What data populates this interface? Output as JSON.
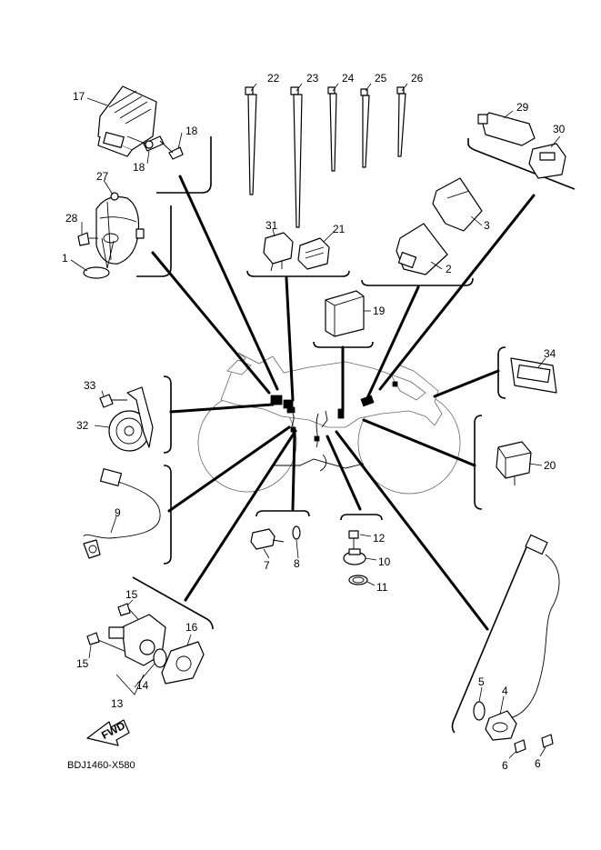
{
  "diagram_code": "BDJ1460-X580",
  "fwd_label": "FWD",
  "callouts": {
    "p1": "1",
    "p2": "2",
    "p3": "3",
    "p4": "4",
    "p5": "5",
    "p6a": "6",
    "p6b": "6",
    "p7": "7",
    "p8": "8",
    "p9": "9",
    "p10": "10",
    "p11": "11",
    "p12": "12",
    "p13": "13",
    "p14": "14",
    "p15a": "15",
    "p15b": "15",
    "p16": "16",
    "p17": "17",
    "p18a": "18",
    "p18b": "18",
    "p19": "19",
    "p20": "20",
    "p21": "21",
    "p22": "22",
    "p23": "23",
    "p24": "24",
    "p25": "25",
    "p26": "26",
    "p27": "27",
    "p28": "28",
    "p29": "29",
    "p30": "30",
    "p31": "31",
    "p32": "32",
    "p33": "33",
    "p34": "34"
  }
}
